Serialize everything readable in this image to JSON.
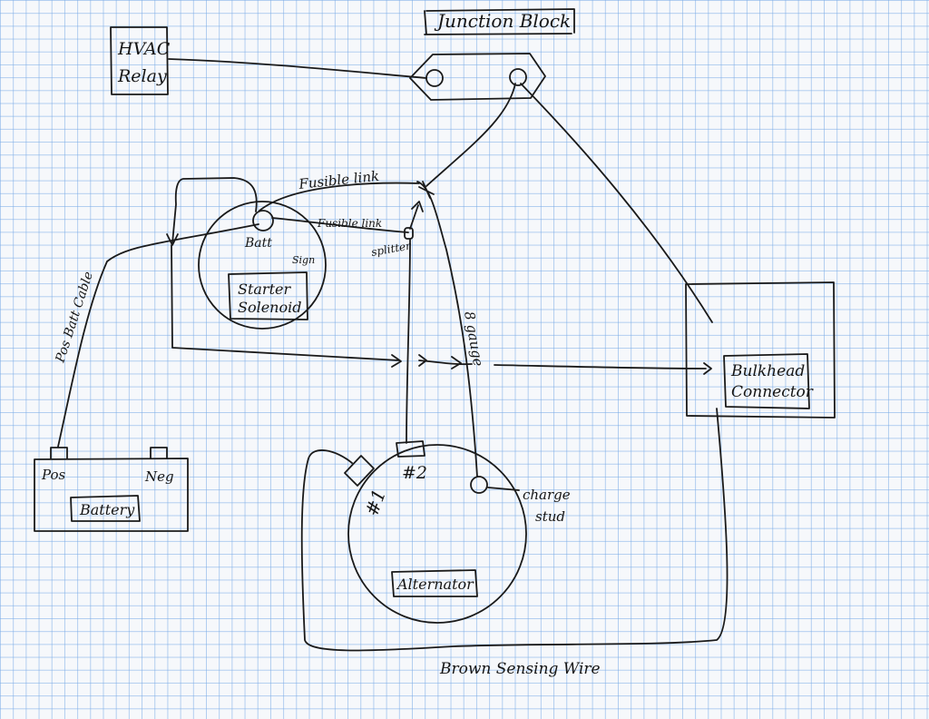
{
  "labels": {
    "junction_block": "Junction Block",
    "hvac_relay_1": "HVAC",
    "hvac_relay_2": "Relay",
    "fusible_link_top": "Fusible link",
    "fusible_link_mid": "Fusible link",
    "splitter": "splitter",
    "batt": "Batt",
    "sign": "Sign",
    "starter_1": "Starter",
    "starter_2": "Solenoid",
    "pos_batt_cable": "Pos Batt Cable",
    "gauge": "8 gauge",
    "bulkhead_1": "Bulkhead",
    "bulkhead_2": "Connector",
    "pos": "Pos",
    "neg": "Neg",
    "battery": "Battery",
    "stud_1": "#1",
    "stud_2": "#2",
    "charge_1": "charge",
    "charge_2": "stud",
    "alternator": "Alternator",
    "brown_sensing_wire": "Brown Sensing Wire"
  },
  "colors": {
    "ink": "#1a1a1a",
    "paper": "#f6f8fb",
    "grid": "#78aae6"
  }
}
